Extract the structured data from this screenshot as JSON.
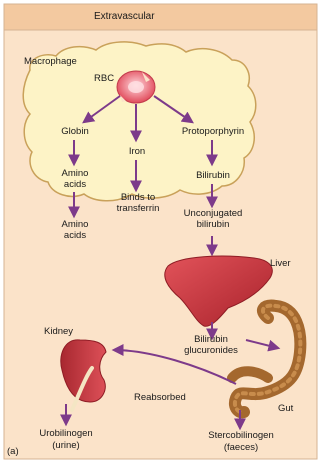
{
  "header": {
    "title": "Extravascular"
  },
  "panel_letter": "(a)",
  "macrophage": {
    "label": "Macrophage",
    "rbc": "RBC",
    "globin": "Globin",
    "iron": "Iron",
    "protoporphyrin": "Protoporphyrin",
    "amino_acids_inner": "Amino acids",
    "bilirubin": "Bilirubin"
  },
  "outside": {
    "amino_acids": "Amino acids",
    "binds_to_transferrin": "Binds to transferrin",
    "unconjugated_bilirubin": "Unconjugated bilirubin"
  },
  "organs": {
    "liver": "Liver",
    "kidney": "Kidney",
    "gut": "Gut"
  },
  "flow": {
    "bilirubin_glucuronides": "Bilirubin glucuronides",
    "reabsorbed": "Reabsorbed",
    "urobilinogen": "Urobilinogen",
    "urine": "(urine)",
    "stercobilinogen": "Stercobilinogen",
    "faeces": "(faeces)"
  },
  "colors": {
    "panel_bg": "#fbe3c9",
    "header_bg": "#f3c9a0",
    "macrophage_fill": "#fdf3c6",
    "arrow": "#7d3a8a",
    "organ_red": "#c8323a",
    "gut_brown": "#a4682e"
  }
}
